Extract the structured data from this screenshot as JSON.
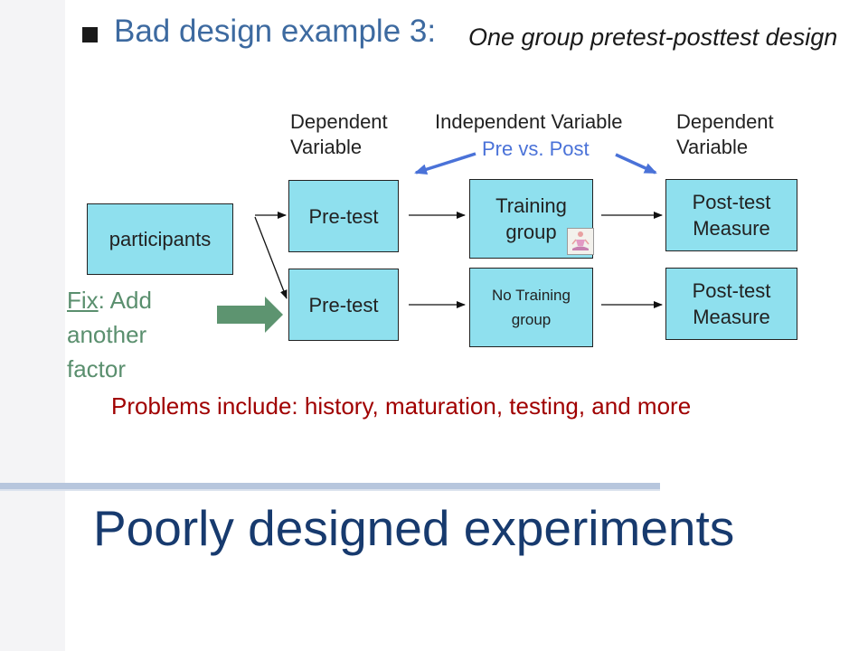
{
  "header": {
    "main": "Bad design example 3:",
    "sub": "One group pretest-posttest design"
  },
  "labels": {
    "dv_left": [
      "Dependent",
      "Variable"
    ],
    "iv": "Independent Variable",
    "iv_sub": "Pre vs. Post",
    "dv_right": [
      "Dependent",
      "Variable"
    ]
  },
  "boxes": {
    "participants": "participants",
    "pretest_top": "Pre-test",
    "training": [
      "Training",
      "group"
    ],
    "posttest_top": [
      "Post-test",
      "Measure"
    ],
    "pretest_bottom": "Pre-test",
    "no_training": [
      "No Training",
      "group"
    ],
    "posttest_bottom": [
      "Post-test",
      "Measure"
    ]
  },
  "fix": {
    "keyword": "Fix",
    "rest": ": Add another factor"
  },
  "problems": "Problems include: history, maturation, testing, and more",
  "title": "Poorly designed experiments",
  "colors": {
    "box_fill": "#8fe0ee",
    "heading_blue": "#3d6aa0",
    "highlight_blue": "#4a72d8",
    "fix_green": "#5a8f6e",
    "problem_red": "#a00000",
    "title_navy": "#173a6e"
  },
  "icons": {
    "bullet": "square-bullet-icon",
    "figure": "meditating-person-icon"
  }
}
